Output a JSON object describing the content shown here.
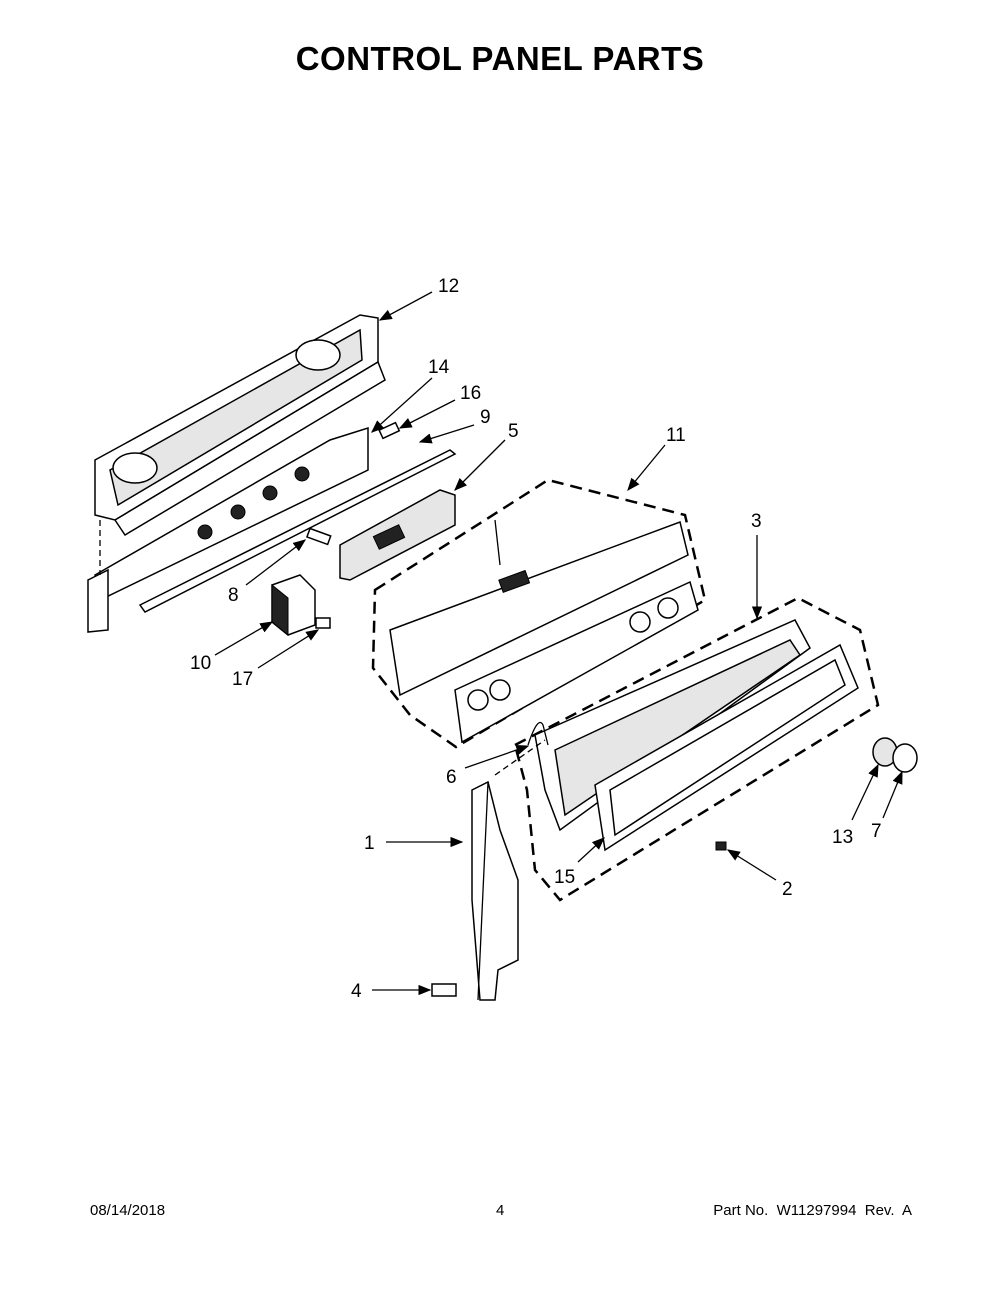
{
  "title": "CONTROL PANEL PARTS",
  "callouts": [
    "12",
    "14",
    "16",
    "9",
    "5",
    "11",
    "3",
    "8",
    "10",
    "17",
    "6",
    "1",
    "13",
    "7",
    "15",
    "2",
    "4"
  ],
  "footer": {
    "date": "08/14/2018",
    "page": "4",
    "part_no": "Part No.  W11297994  Rev.  A"
  }
}
